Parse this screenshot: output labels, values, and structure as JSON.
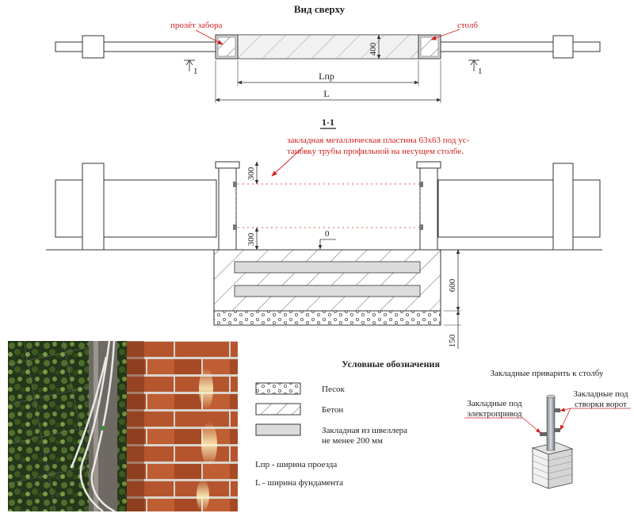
{
  "top_view": {
    "title": "Вид сверху",
    "span_label": "пролёт забора",
    "post_label": "столб",
    "dim_400": "400",
    "dim_lpr": "Lпр",
    "dim_l": "L",
    "section_mark_left": "1",
    "section_mark_right": "1"
  },
  "section_view": {
    "title": "1-1",
    "note_line1": "закладная металлическая пластина 63х63 под ус-",
    "note_line2": "тановку трубы профильной на несущем столбе.",
    "dim_300_top": "300",
    "dim_300_bottom": "300",
    "dim_zero": "0",
    "dim_600": "600",
    "dim_150": "150"
  },
  "legend": {
    "title": "Условные обозначения",
    "items": [
      {
        "pattern": "sand",
        "label": "Песок"
      },
      {
        "pattern": "concrete",
        "label": "Бетон"
      },
      {
        "pattern": "channel",
        "label": "Закладная из швеллера",
        "label2": "не менее 200 мм"
      }
    ],
    "lpr_def": "Lпр - ширина проезда",
    "l_def": "L - ширина фундамента"
  },
  "post_detail": {
    "title": "Закладные приварить к столбу",
    "left_label_1": "Закладные под",
    "left_label_2": "электропривод",
    "right_label_1": "Закладные под",
    "right_label_2": "створки ворот"
  },
  "colors": {
    "line": "#333333",
    "annotation": "#d21f1f",
    "brick": "#b5552e",
    "channel_fill": "#dcdcdc"
  }
}
